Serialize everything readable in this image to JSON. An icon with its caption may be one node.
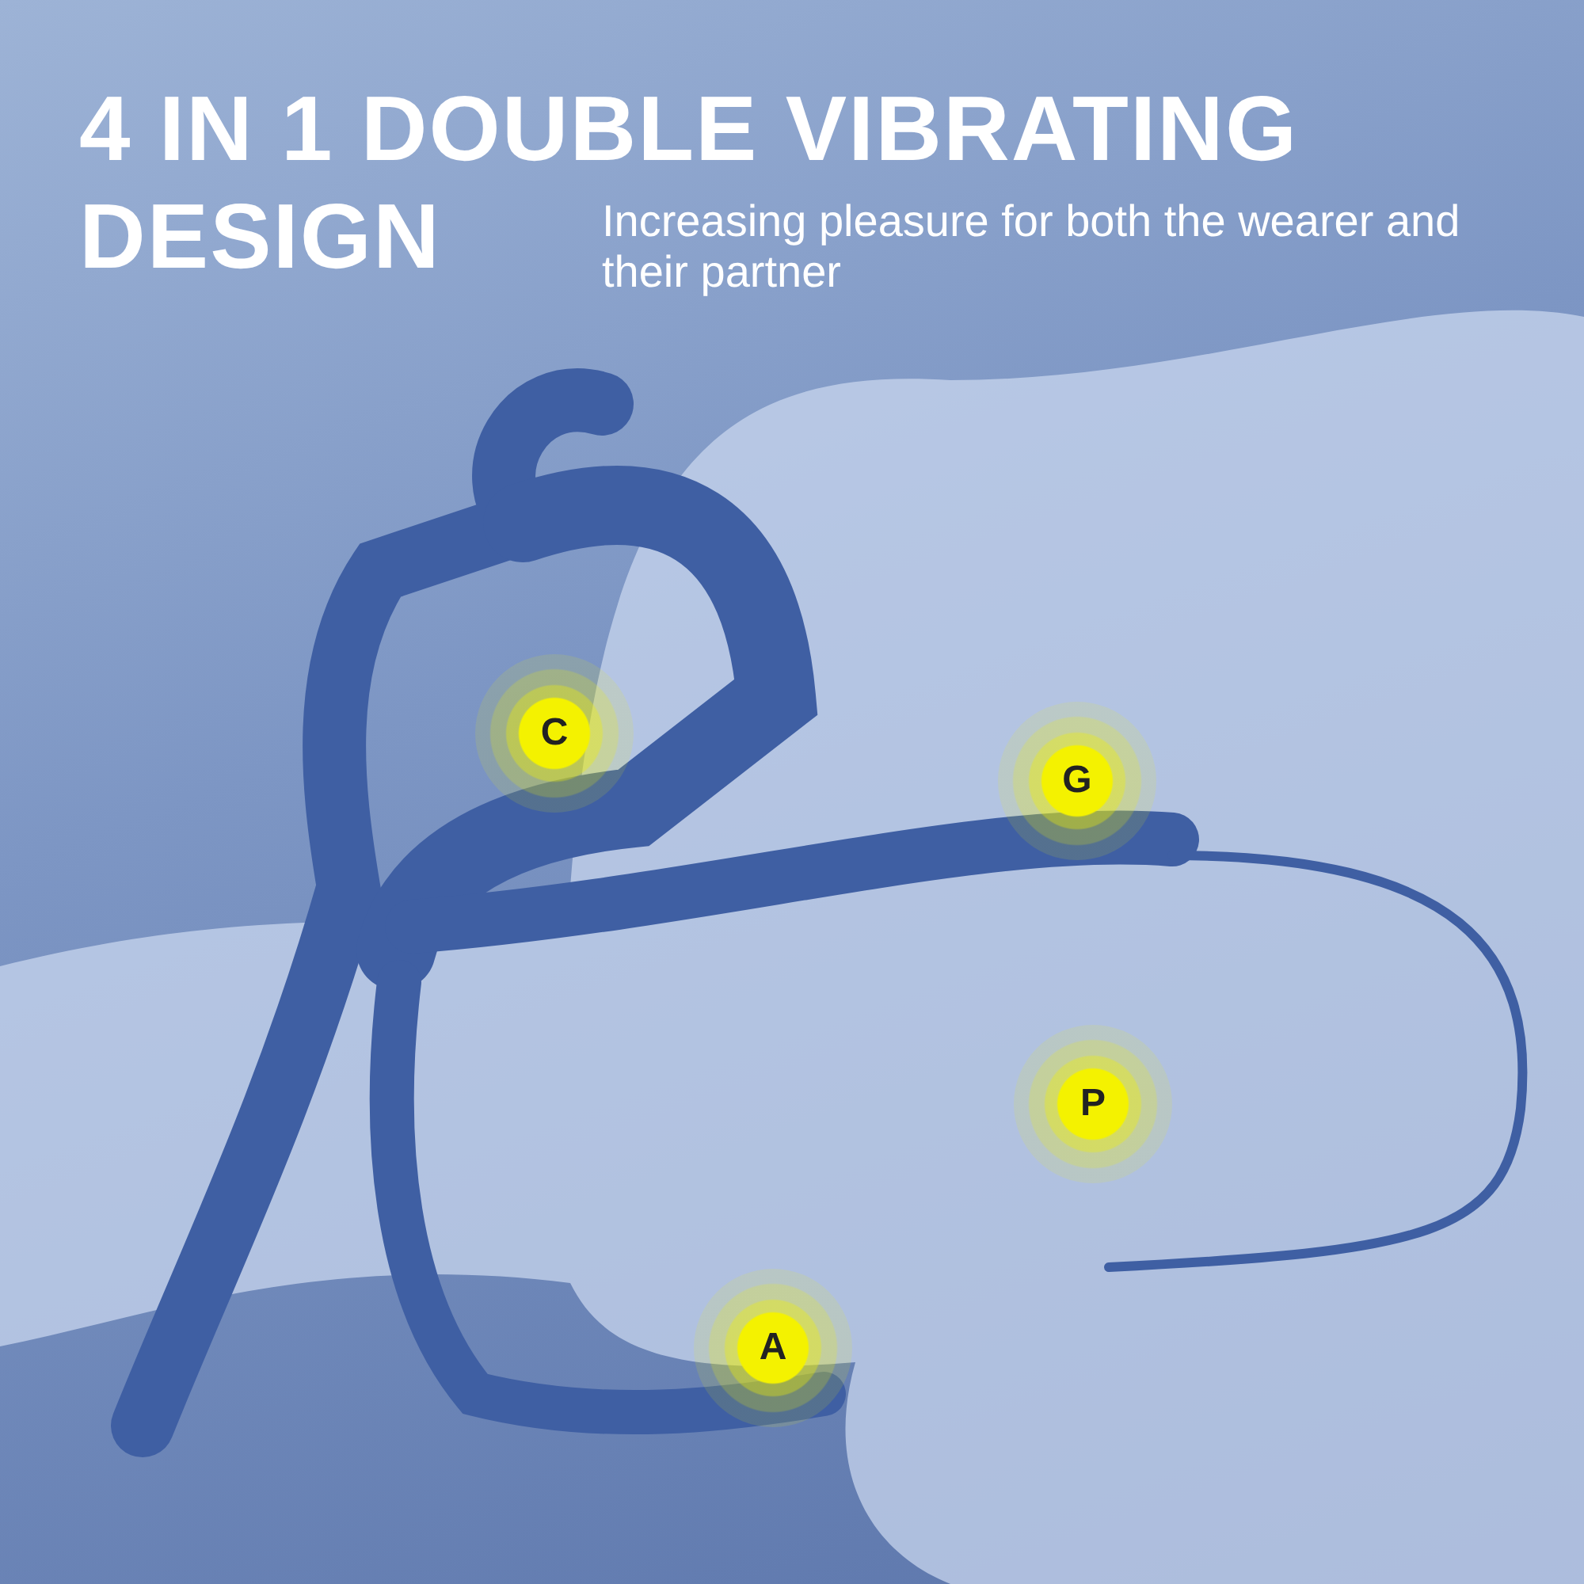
{
  "diagram": {
    "title": "4 IN 1 DOUBLE VIBRATING DESIGN",
    "nodes": [
      {
        "text": [
          "C"
        ]
      },
      {
        "text": [
          "G"
        ]
      },
      {
        "text": [
          "P"
        ]
      },
      {
        "text": [
          "A"
        ]
      }
    ],
    "labels": [
      "Increasing pleasure for both the wearer and their partner"
    ]
  }
}
